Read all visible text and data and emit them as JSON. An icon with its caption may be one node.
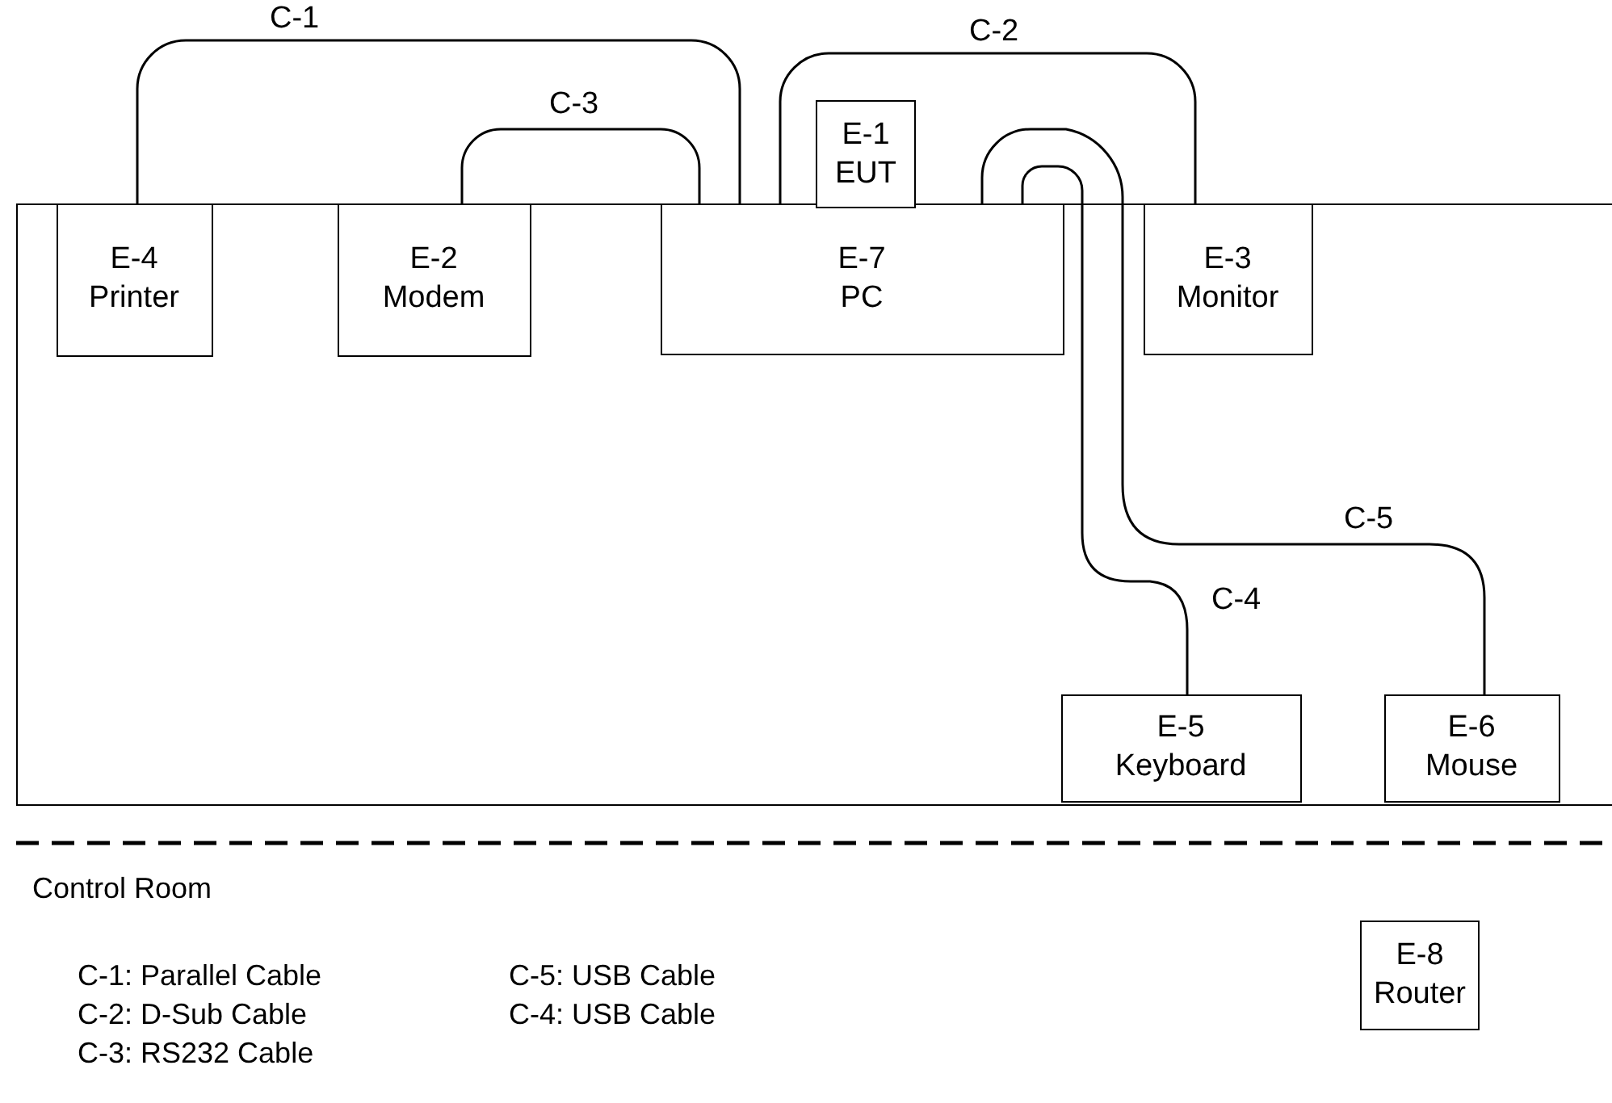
{
  "diagram": {
    "nodes": [
      {
        "text": [],
        "shape": "box"
      },
      {
        "text": [
          "E-1",
          "EUT"
        ]
      },
      {
        "text": [
          "E-4",
          "Printer"
        ],
        "in": 0
      },
      {
        "text": [
          "E-2",
          "Modem"
        ],
        "in": 0
      },
      {
        "text": [
          "E-7",
          "PC"
        ],
        "in": 0
      },
      {
        "text": [
          "E-3",
          "Monitor"
        ],
        "in": 0
      },
      {
        "text": [
          "E-5",
          "Keyboard"
        ],
        "in": 0
      },
      {
        "text": [
          "E-6",
          "Mouse"
        ],
        "in": 0
      },
      {
        "text": [
          "E-8",
          "Router"
        ]
      }
    ],
    "edges": [
      {
        "from": 2,
        "to": 4,
        "arrow": "none",
        "label": "C-1"
      },
      {
        "from": 4,
        "to": 5,
        "arrow": "none",
        "label": "C-2"
      },
      {
        "from": 3,
        "to": 4,
        "arrow": "none",
        "label": "C-3"
      },
      {
        "from": 4,
        "to": 6,
        "arrow": "none",
        "label": "C-4"
      },
      {
        "from": 4,
        "to": 7,
        "arrow": "none",
        "label": "C-5"
      }
    ],
    "labels": [
      "Control Room",
      "C-1: Parallel Cable",
      "C-5: USB Cable",
      "C-2: D-Sub Cable",
      "C-4: USB Cable",
      "C-3: RS232 Cable"
    ]
  }
}
